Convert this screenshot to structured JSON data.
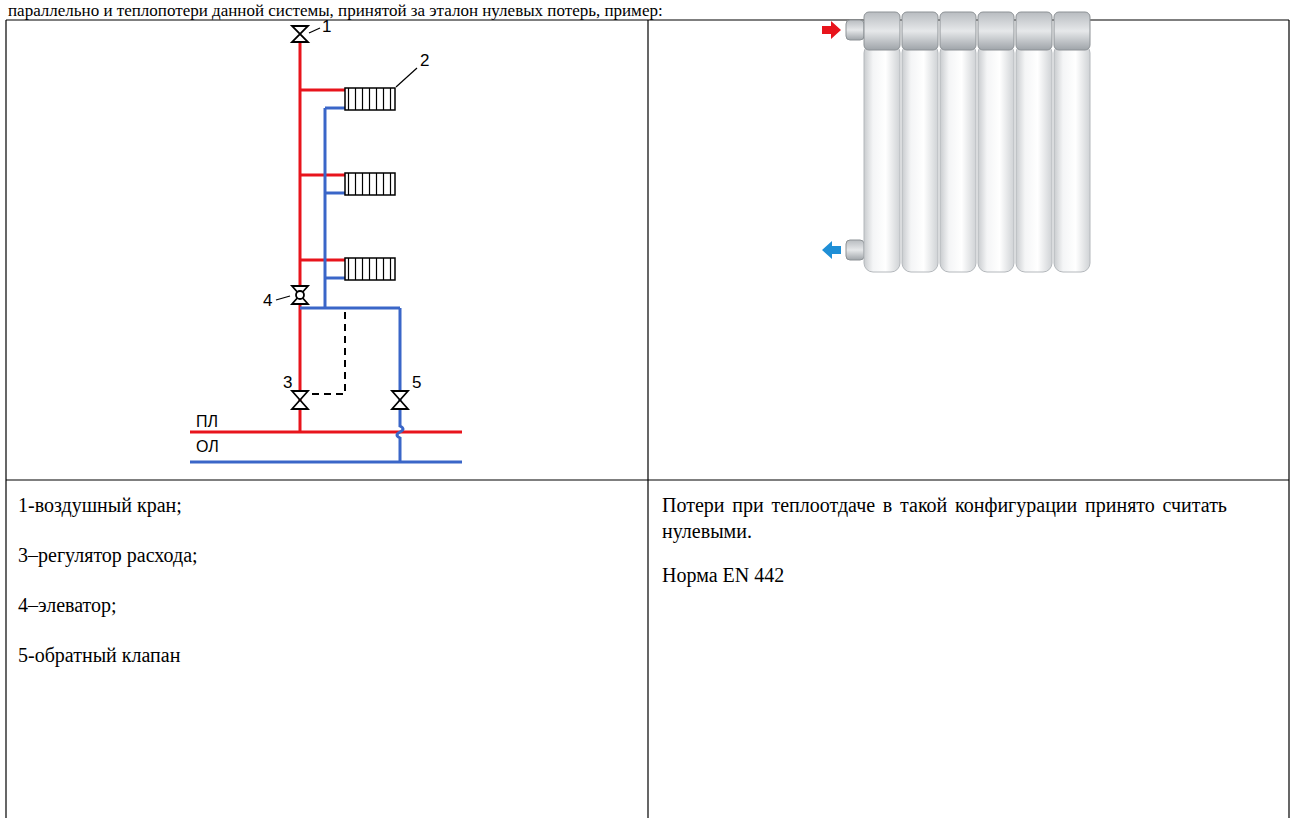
{
  "diagram": {
    "labels": [
      "параллельно и теплопотери данной системы, принятой за эталон нулевых потерь, пример:",
      "1",
      "2",
      "4",
      "3",
      "5",
      "ПЛ",
      "ОЛ",
      "1-воздушный кран;",
      "3–регулятор расхода;",
      "4–элеватор;",
      "5-обратный клапан",
      "Потери при теплоотдаче в такой конфигурации принято считать нулевыми.",
      "Норма EN 442"
    ]
  }
}
